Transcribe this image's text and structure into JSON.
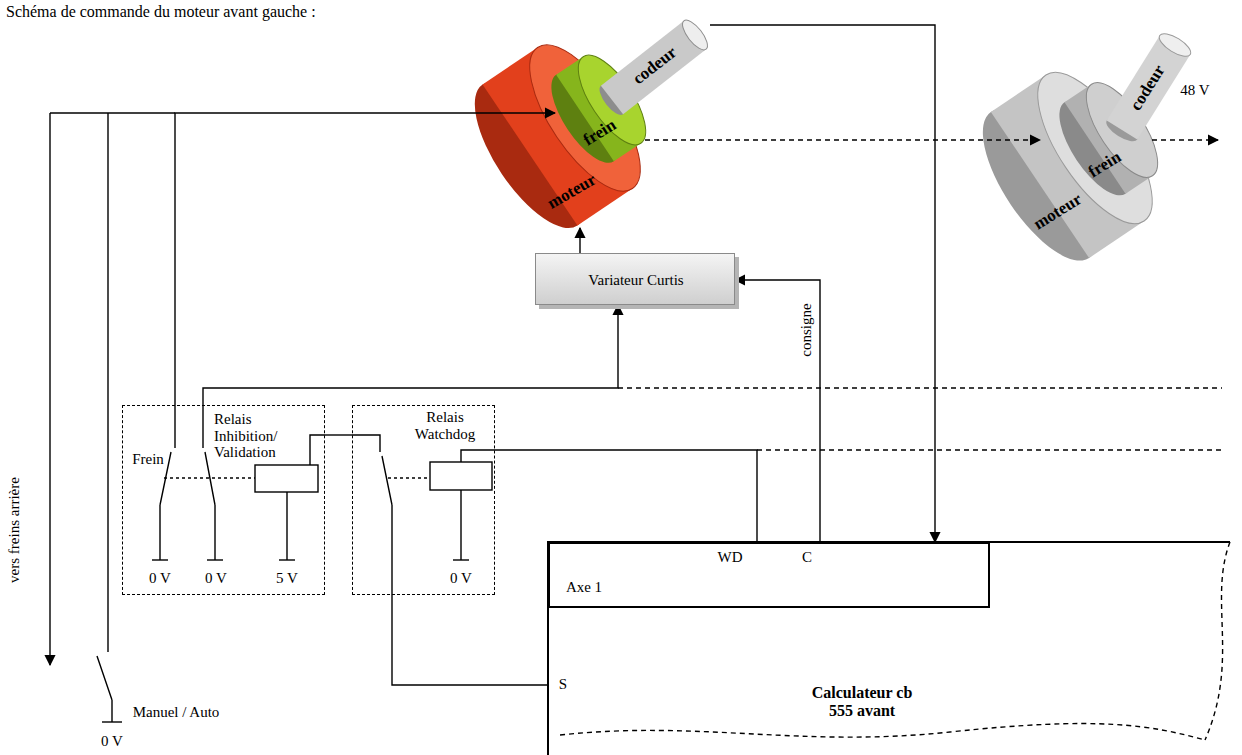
{
  "diagram": {
    "title": "Schéma de commande du moteur avant gauche :",
    "nodes": [
      {
        "text": [
          "moteur"
        ]
      },
      {
        "text": [
          "frein"
        ]
      },
      {
        "text": [
          "codeur"
        ]
      },
      {
        "text": [
          "moteur"
        ]
      },
      {
        "text": [
          "frein"
        ]
      },
      {
        "text": [
          "codeur"
        ]
      },
      {
        "text": [
          "Variateur Curtis"
        ]
      },
      {
        "text": [
          "Frein",
          "Relais Inhibition/ Validation"
        ]
      },
      {
        "text": [
          "Relais Watchdog"
        ]
      },
      {
        "text": [
          "Calculateur cb 555 avant"
        ]
      },
      {
        "text": [
          "Axe 1"
        ],
        "in": 9
      }
    ],
    "edges": [
      {
        "from": 6,
        "to": 0,
        "arrow": "to"
      },
      {
        "from": 2,
        "to": 10,
        "arrow": "to"
      },
      {
        "from": 10,
        "to": 6,
        "label": "consigne",
        "arrow": "to"
      },
      {
        "from": 7,
        "to": 6,
        "arrow": "to"
      },
      {
        "from": 7,
        "to": 1,
        "arrow": "to"
      },
      {
        "from": 1,
        "to": 4,
        "arrow": "to"
      },
      {
        "from": 10,
        "to": 8,
        "arrow": "none"
      },
      {
        "from": 7,
        "to": 8,
        "arrow": "none"
      },
      {
        "from": 8,
        "to": 9,
        "arrow": "none"
      }
    ],
    "labels": [
      "48 V",
      "0 V",
      "0 V",
      "5 V",
      "0 V",
      "vers freins arrière",
      "Manuel / Auto",
      "0 V",
      "WD",
      "C",
      "S"
    ]
  }
}
